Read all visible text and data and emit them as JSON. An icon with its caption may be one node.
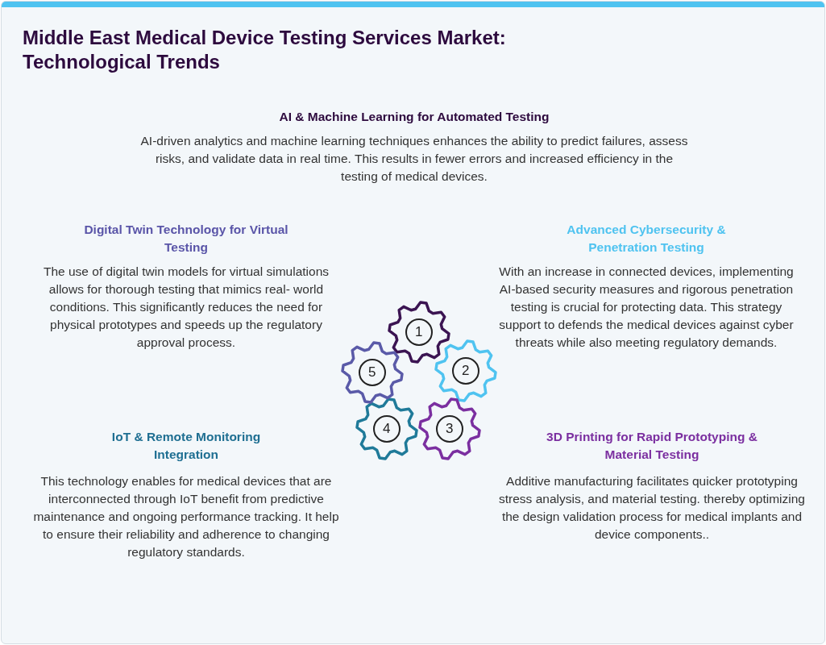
{
  "diagram": {
    "title": "Middle East Medical Device Testing Services Market: Technological Trends",
    "nodes": [
      {
        "text": [
          "1"
        ]
      },
      {
        "text": [
          "2"
        ]
      },
      {
        "text": [
          "3"
        ]
      },
      {
        "text": [
          "4"
        ]
      },
      {
        "text": [
          "5"
        ]
      }
    ],
    "labels": [
      "AI & Machine Learning for Automated Testing",
      "AI-driven analytics and machine learning techniques enhances the ability to predict failures, assess risks, and validate data in real time. This results in fewer errors and increased efficiency in the testing of medical devices.",
      "Digital Twin Technology for Virtual Testing",
      "The use of digital twin models for virtual simulations allows for thorough testing that mimics real- world conditions. This significantly reduces the need for physical prototypes and speeds up the regulatory approval process.",
      "Advanced Cybersecurity & Penetration Testing",
      "With an increase in connected devices, implementing AI-based security measures and rigorous penetration testing is crucial for protecting data. This strategy support to defends the medical devices against cyber threats while also meeting regulatory demands.",
      "IoT & Remote Monitoring Integration",
      "This technology enables for medical devices that are interconnected through IoT benefit from predictive maintenance and ongoing performance tracking. It help to ensure their reliability and adherence to changing regulatory standards.",
      "3D Printing for Rapid Prototyping & Material Testing",
      "Additive manufacturing facilitates quicker prototyping stress analysis, and material testing. thereby optimizing the design validation process for medical implants and device components.."
    ]
  }
}
